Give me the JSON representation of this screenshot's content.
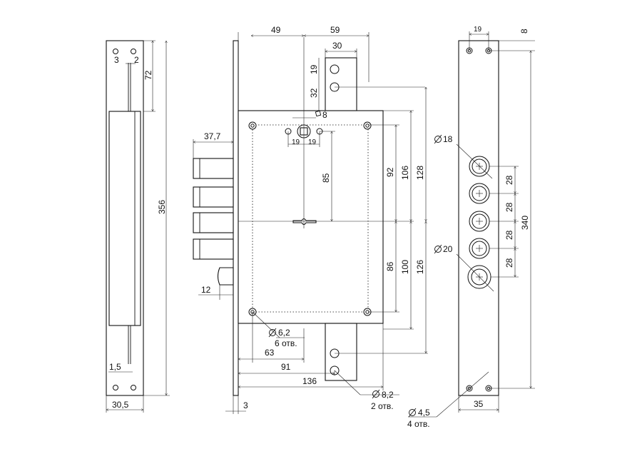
{
  "left_strike": {
    "dims": {
      "d3": "3",
      "d2": "2",
      "d72": "72",
      "d356": "356",
      "d1_5": "1,5",
      "d30_5": "30,5"
    }
  },
  "lock_body": {
    "dims": {
      "d49": "49",
      "d59": "59",
      "d30": "30",
      "d19_top": "19",
      "d32": "32",
      "d8_square": "8",
      "d19_left": "19",
      "d19_right": "19",
      "d37_7": "37,7",
      "d85": "85",
      "d92": "92",
      "d106": "106",
      "d128": "128",
      "d86": "86",
      "d100": "100",
      "d126": "126",
      "d12": "12",
      "d63": "63",
      "d91": "91",
      "d136": "136",
      "d3_bottom": "3"
    },
    "callouts": {
      "hole_6_2": "6,2",
      "hole_6_2_count": "6 отв.",
      "hole_8_2": "8,2",
      "hole_8_2_count": "2 отв."
    }
  },
  "right_plate": {
    "dims": {
      "d19": "19",
      "d8": "8",
      "d28_1": "28",
      "d28_2": "28",
      "d28_3": "28",
      "d28_4": "28",
      "d340": "340",
      "d35": "35"
    },
    "callouts": {
      "hole_18": "18",
      "hole_20": "20",
      "hole_4_5": "4,5",
      "hole_4_5_count": "4 отв."
    }
  }
}
